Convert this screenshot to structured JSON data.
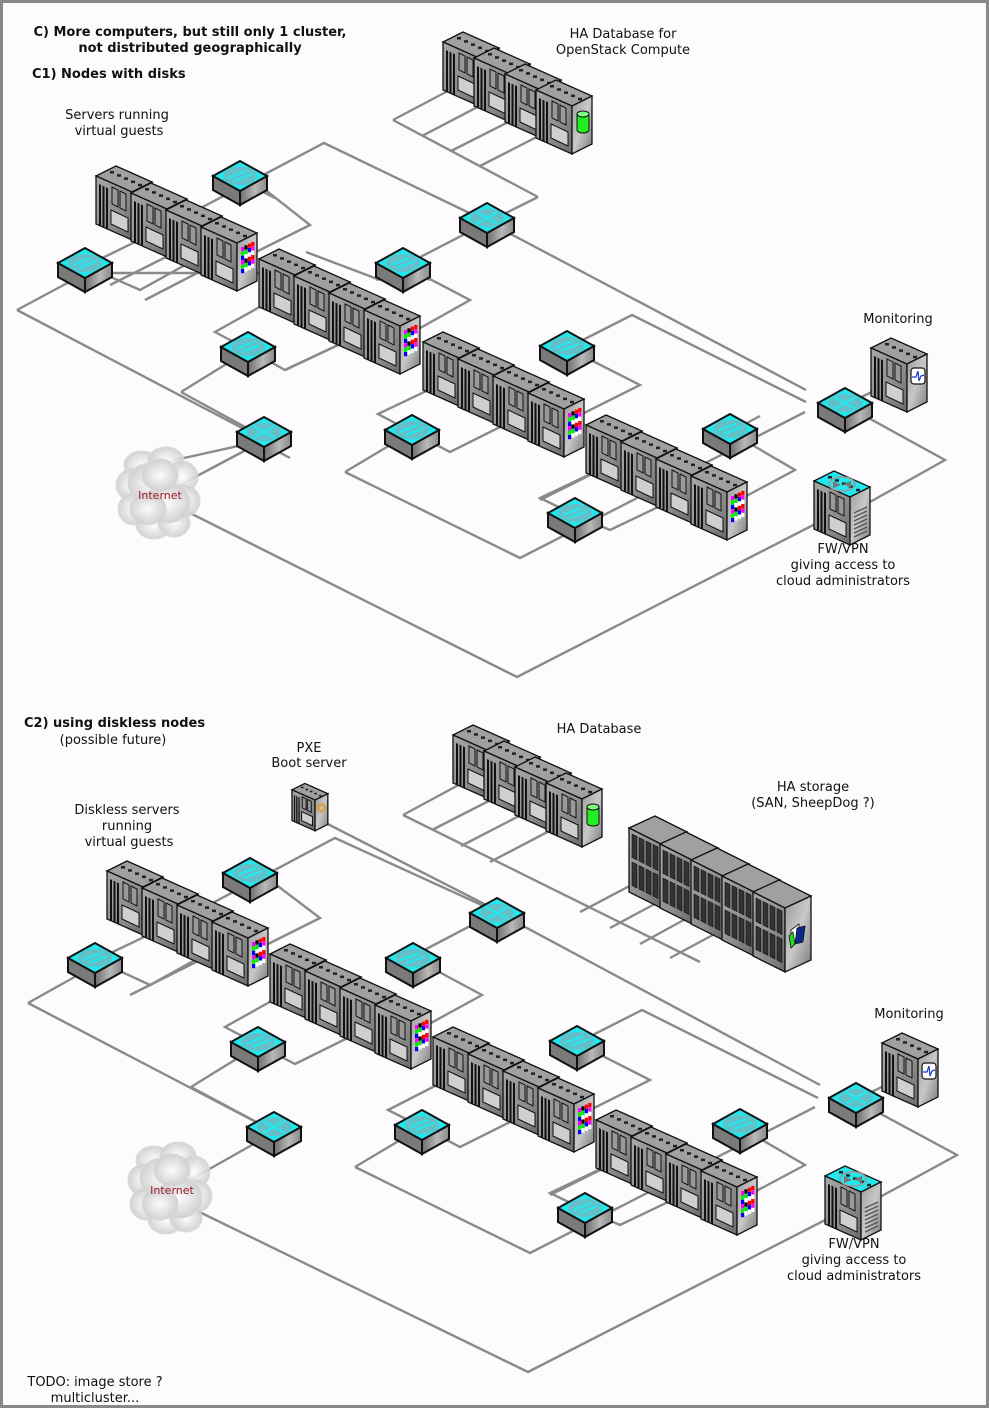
{
  "header": {
    "title_line1": "C) More computers, but still only 1 cluster,",
    "title_line2": "not distributed geographically"
  },
  "section1": {
    "heading": "C1) Nodes with disks",
    "servers_label": [
      "Servers running",
      "virtual guests"
    ],
    "db_label": [
      "HA Database for",
      "OpenStack Compute"
    ],
    "monitoring_label": "Monitoring",
    "fw_label": [
      "FW/VPN",
      "giving access to",
      "cloud administrators"
    ],
    "internet_label": "Internet"
  },
  "section2": {
    "heading": "C2) using diskless nodes",
    "subheading": "(possible future)",
    "pxe_label": [
      "PXE",
      "Boot server"
    ],
    "servers_label": [
      "Diskless servers",
      "running",
      "virtual guests"
    ],
    "db_label": "HA Database",
    "storage_label": [
      "HA storage",
      "(SAN, SheepDog ?)"
    ],
    "monitoring_label": "Monitoring",
    "fw_label": [
      "FW/VPN",
      "giving access to",
      "cloud administrators"
    ],
    "internet_label": "Internet"
  },
  "footer": {
    "todo_line1": "TODO: image store ?",
    "todo_line2": "multicluster..."
  },
  "colors": {
    "switch_top": "#22e8ee",
    "server_body": "#8f8f8f",
    "db_icon": "#22ee22",
    "wire": "#8a8a8a",
    "internet_text": "#9a1a2a"
  },
  "icons": {
    "server": "server-tower-icon",
    "vm_server": "virtual-host-server-icon",
    "db": "database-server-icon",
    "switch": "network-switch-icon",
    "router": "router-icon",
    "monitor": "monitoring-server-icon",
    "firewall": "firewall-vpn-icon",
    "cloud": "internet-cloud-icon",
    "storage": "storage-array-icon",
    "pxe": "pxe-boot-server-icon"
  }
}
